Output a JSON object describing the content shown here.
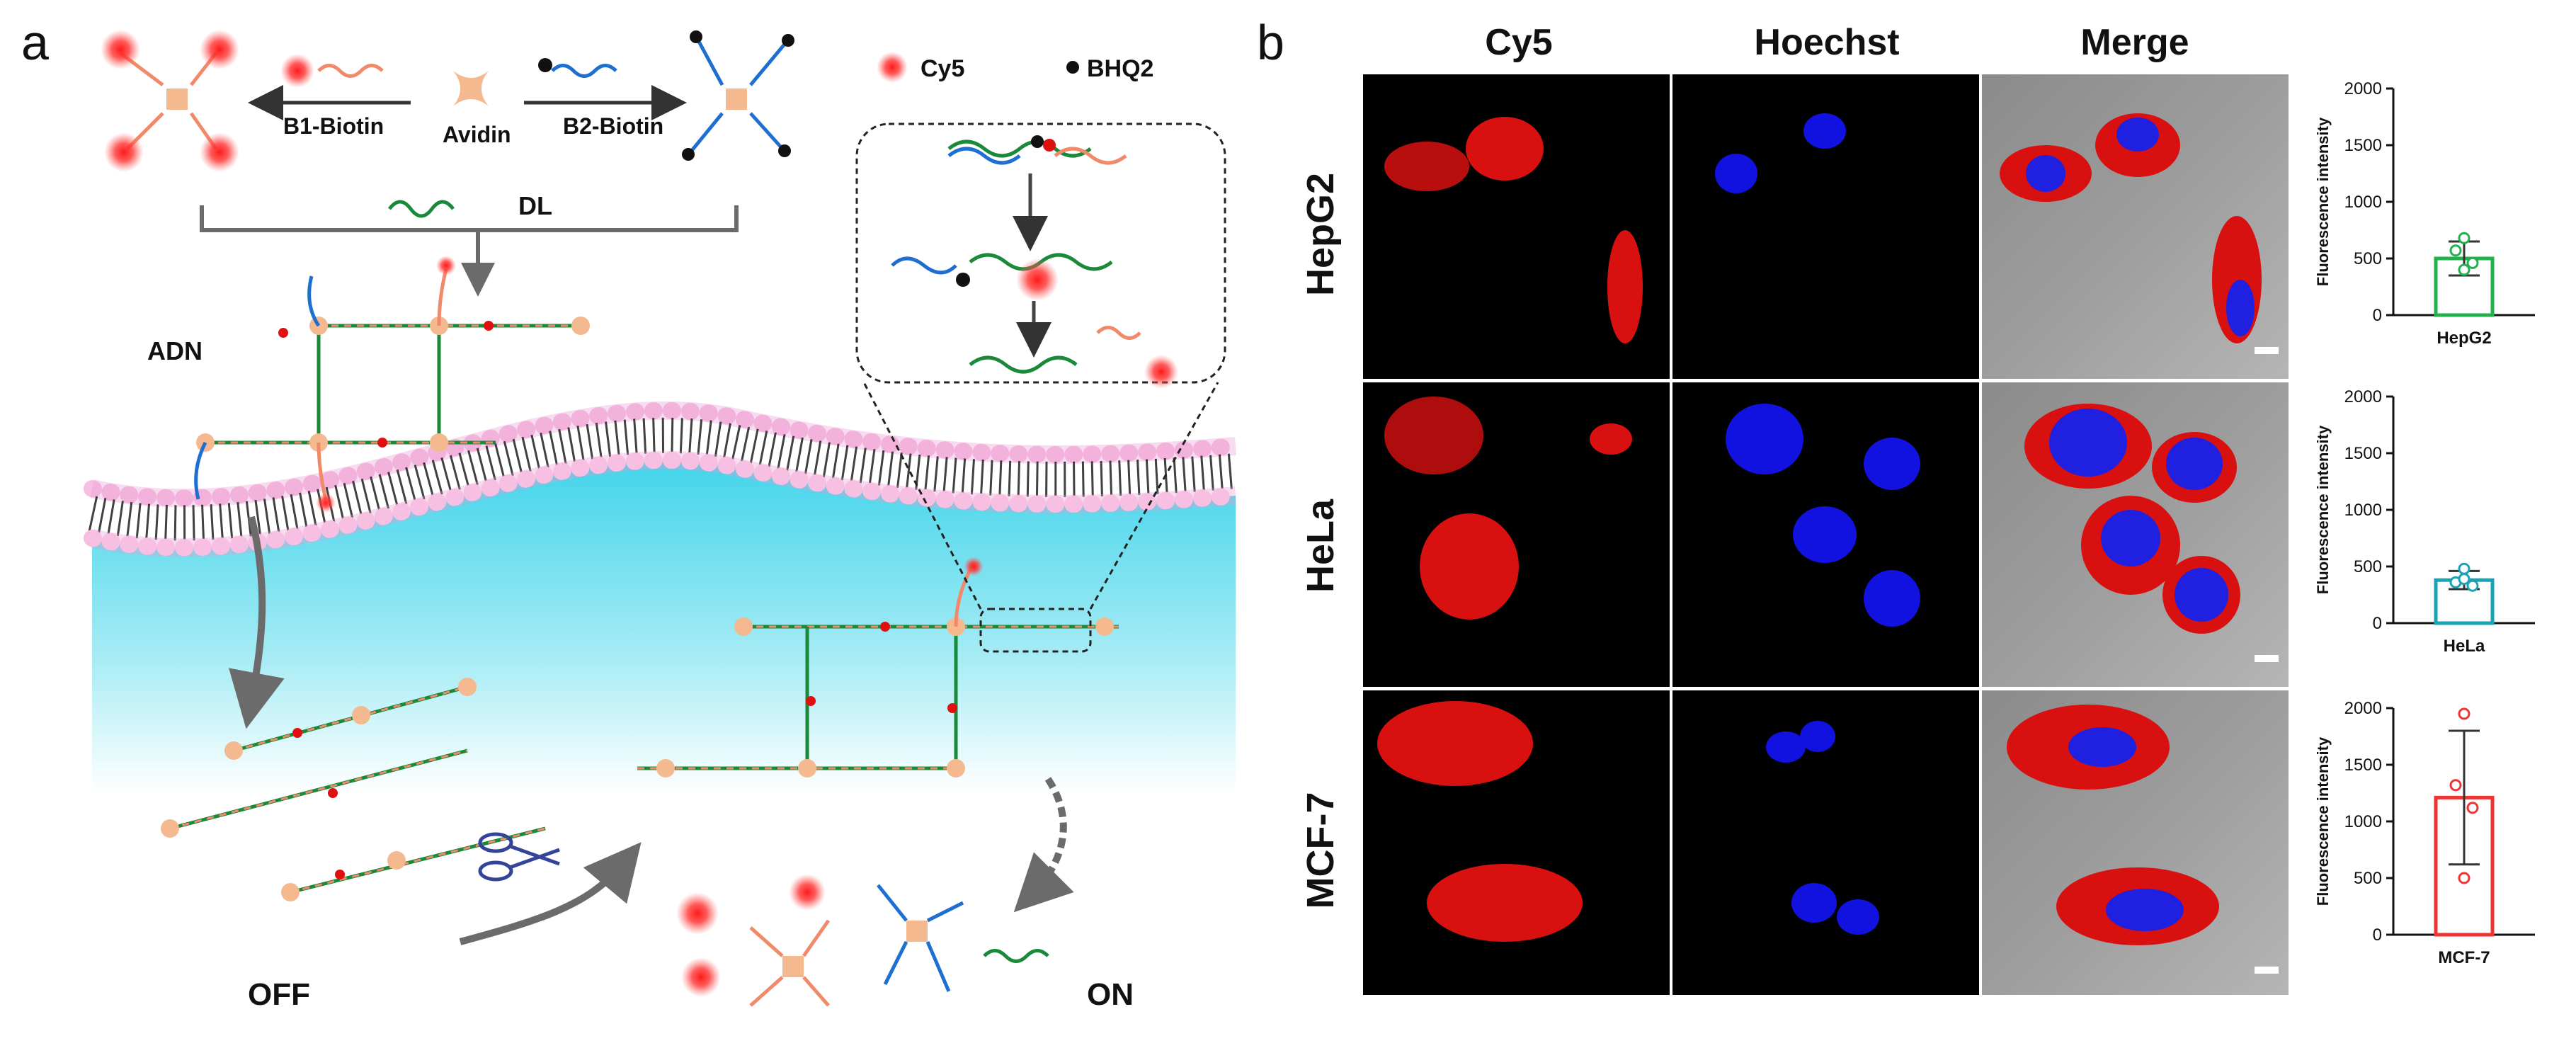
{
  "panel_a": {
    "letter": "a",
    "legend": {
      "cy5": "Cy5",
      "bhq2": "BHQ2"
    },
    "labels": {
      "b1_biotin": "B1-Biotin",
      "avidin": "Avidin",
      "b2_biotin": "B2-Biotin",
      "dl": "DL",
      "adn": "ADN",
      "off": "OFF",
      "on": "ON"
    },
    "colors": {
      "cy5": "#ff2020",
      "dna_blue": "#1e6fd0",
      "dna_green": "#1a8a3a",
      "dna_salmon": "#f08a6a",
      "avidin": "#f5b98f",
      "membrane_pink": "#f4b8dc",
      "membrane_cyan": "#5fd8ea",
      "arrow_gray": "#6b6b6b"
    }
  },
  "panel_b": {
    "letter": "b",
    "columns": [
      "Cy5",
      "Hoechst",
      "Merge"
    ],
    "rows": [
      "HepG2",
      "HeLa",
      "MCF-7"
    ],
    "colors": {
      "cy5_signal": "#e01010",
      "hoechst_signal": "#1010e8"
    }
  },
  "chart_data": [
    {
      "type": "bar",
      "categories": [
        "HepG2"
      ],
      "values": [
        500
      ],
      "points": [
        680,
        570,
        460,
        400
      ],
      "error": [
        150
      ],
      "ylabel": "Fluorescence intensity",
      "ylim": [
        0,
        2000
      ],
      "yticks": [
        0,
        500,
        1000,
        1500,
        2000
      ],
      "color": "#22b14c"
    },
    {
      "type": "bar",
      "categories": [
        "HeLa"
      ],
      "values": [
        380
      ],
      "points": [
        480,
        360,
        330,
        390
      ],
      "error": [
        80
      ],
      "ylabel": "Fluorescence intensity",
      "ylim": [
        0,
        2000
      ],
      "yticks": [
        0,
        500,
        1000,
        1500,
        2000
      ],
      "color": "#1aa3b5"
    },
    {
      "type": "bar",
      "categories": [
        "MCF-7"
      ],
      "values": [
        1210
      ],
      "points": [
        1950,
        1320,
        1120,
        500
      ],
      "error": [
        590
      ],
      "ylabel": "Fluorescence intensity",
      "ylim": [
        0,
        2000
      ],
      "yticks": [
        0,
        500,
        1000,
        1500,
        2000
      ],
      "color": "#ee3333"
    }
  ]
}
